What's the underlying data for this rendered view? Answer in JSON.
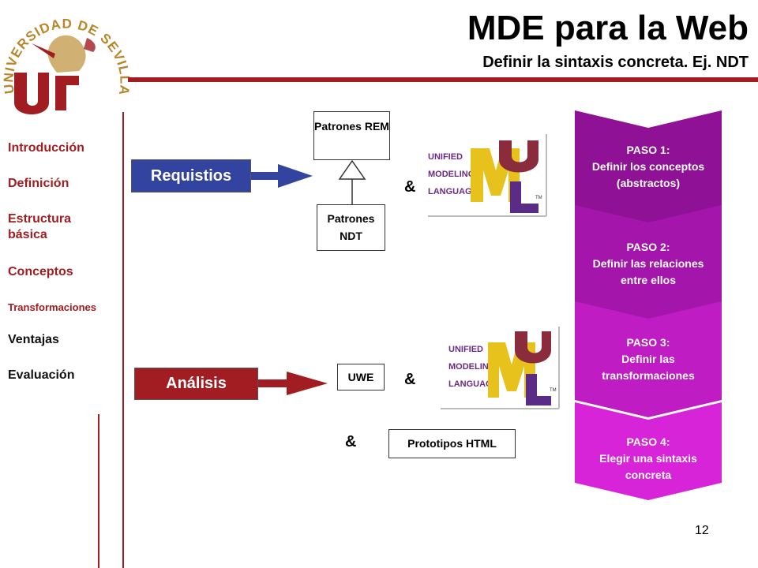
{
  "header": {
    "title": "MDE para la Web",
    "subtitle": "Definir la sintaxis concreta. Ej. NDT",
    "logo_text": "UNIVERSIDAD DE SEVILLA"
  },
  "sidebar": {
    "items": [
      {
        "label": "Introducción"
      },
      {
        "label": "Definición"
      },
      {
        "label": "Estructura básica"
      },
      {
        "label": "Conceptos"
      },
      {
        "label": "Transformaciones"
      },
      {
        "label": "Ventajas"
      },
      {
        "label": "Evaluación"
      }
    ]
  },
  "diagram": {
    "requisitos_label": "Requistios",
    "analisis_label": "Análisis",
    "patrones_rem": "Patrones REM",
    "patrones_ndt": "Patrones NDT",
    "uwe": "UWE",
    "prototipos": "Prototipos HTML",
    "ampersand": "&",
    "uml_text": [
      "UNIFIED",
      "MODELING",
      "LANGUAGE"
    ],
    "uml_tm": "TM",
    "colors": {
      "requisitos": "#3344a0",
      "analisis": "#a11d21",
      "accent": "#a11d21"
    }
  },
  "steps": [
    {
      "title": "PASO 1:",
      "text": "Definir los conceptos (abstractos)",
      "color": "#8f1296"
    },
    {
      "title": "PASO 2:",
      "text": "Definir las relaciones entre ellos",
      "color": "#a416ab"
    },
    {
      "title": "PASO 3:",
      "text": "Definir las transformaciones",
      "color": "#bf1cc4"
    },
    {
      "title": "PASO 4:",
      "text": "Elegir una sintaxis concreta",
      "color": "#d724d9"
    }
  ],
  "page_number": "12"
}
